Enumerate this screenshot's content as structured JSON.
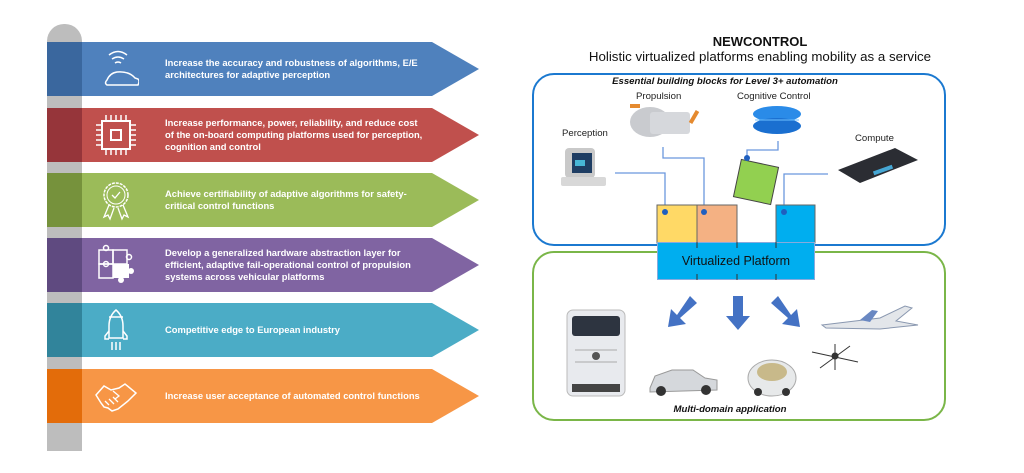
{
  "objectives": [
    {
      "text": "Increase the accuracy and robustness of algorithms, E/E architectures for adaptive perception",
      "icon": "car-signal-icon",
      "color": "#4f81bd",
      "strip_color": "#3a679e"
    },
    {
      "text": "Increase performance, power, reliability, and reduce cost of the on-board computing platforms used for perception, cognition and control",
      "icon": "chip-icon",
      "color": "#c0504d",
      "strip_color": "#96353a"
    },
    {
      "text": "Achieve certifiability of adaptive algorithms for safety-critical control functions",
      "icon": "award-badge-icon",
      "color": "#9bbb59",
      "strip_color": "#76923c"
    },
    {
      "text": "Develop a generalized hardware abstraction layer for efficient, adaptive fail-operational control of propulsion systems across vehicular platforms",
      "icon": "puzzle-icon",
      "color": "#8064a2",
      "strip_color": "#5f4a80"
    },
    {
      "text": "Competitive edge to European industry",
      "icon": "rocket-icon",
      "color": "#4bacc6",
      "strip_color": "#31849b"
    },
    {
      "text": "Increase user acceptance of automated control functions",
      "icon": "handshake-icon",
      "color": "#f79646",
      "strip_color": "#e36c0a"
    }
  ],
  "diagram": {
    "title": "NEWCONTROL",
    "subtitle": "Holistic virtualized platforms enabling mobility as a service",
    "blocks_title": "Essential building blocks for Level 3+ automation",
    "blocks": {
      "perception": "Perception",
      "propulsion": "Propulsion",
      "cognitive": "Cognitive Control",
      "compute": "Compute"
    },
    "platform_label": "Virtualized Platform",
    "application_label": "Multi-domain application",
    "colors": {
      "blue_frame": "#1b79d0",
      "green_frame": "#7ab648",
      "platform": "#00aeef",
      "perception_block": "#ffd966",
      "propulsion_block": "#f4b183",
      "cognitive_block": "#92d050",
      "compute_block": "#00aeef",
      "arrow": "#4472c4"
    }
  }
}
